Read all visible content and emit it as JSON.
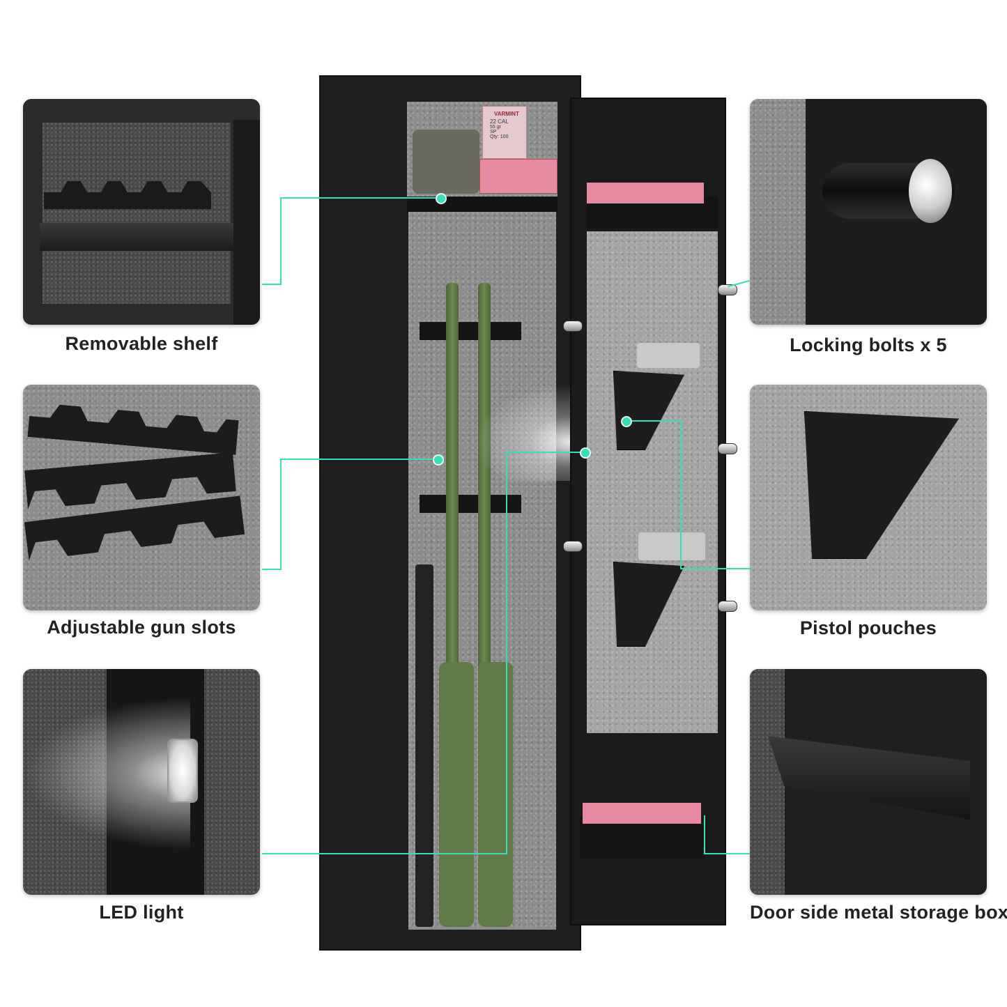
{
  "features": {
    "removable_shelf": "Removable shelf",
    "adjustable_gun_slots": "Adjustable gun slots",
    "led_light": "LED light",
    "locking_bolts": "Locking bolts x 5",
    "pistol_pouches": "Pistol pouches",
    "door_storage_box": "Door side metal storage box"
  },
  "ammo_box": {
    "brand": "VARMINT",
    "caliber": "22 CAL",
    "weight": "55 gr",
    "type": "SP",
    "qty": "Qty: 100"
  },
  "colors": {
    "leader_line": "#35e0b8",
    "safe_body": "#1e1e1e",
    "rifle_stock": "#5f7a45"
  }
}
